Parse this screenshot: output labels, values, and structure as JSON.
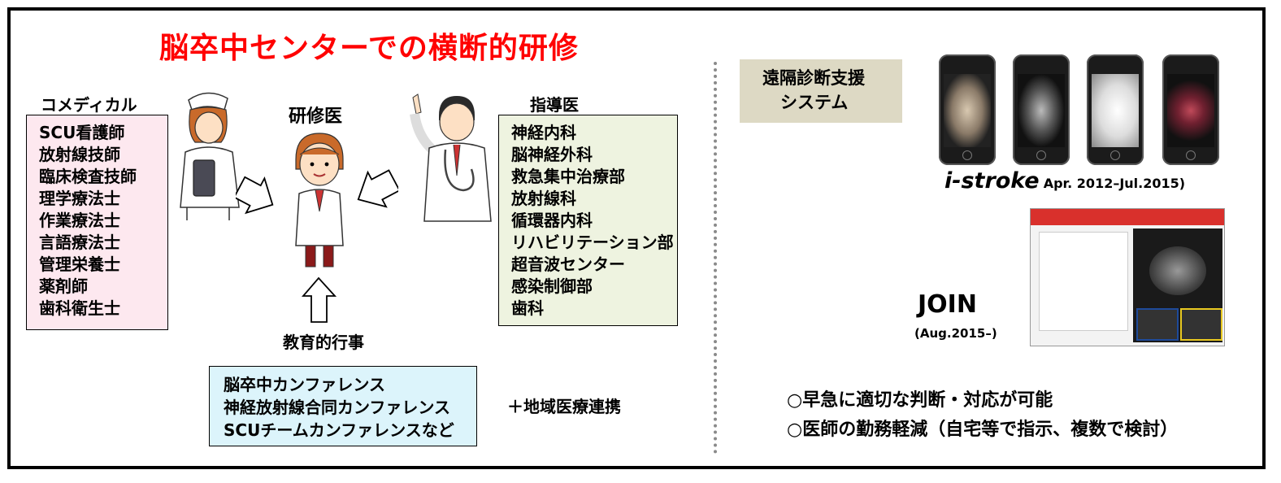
{
  "title": "脳卒中センターでの横断的研修",
  "comedical": {
    "label": "コメディカル",
    "items": [
      "SCU看護師",
      "放射線技師",
      "臨床検査技師",
      "理学療法士",
      "作業療法士",
      "言語療法士",
      "管理栄養士",
      "薬剤師",
      "歯科衛生士"
    ]
  },
  "resident": {
    "label": "研修医"
  },
  "supervisor": {
    "label": "指導医",
    "items": [
      "神経内科",
      "脳神経外科",
      "救急集中治療部",
      "放射線科",
      "循環器内科",
      "リハビリテーション部",
      "超音波センター",
      "感染制御部",
      "歯科"
    ]
  },
  "education": {
    "label": "教育的行事",
    "items": [
      "脳卒中カンファレンス",
      "神経放射線合同カンファレンス",
      "SCUチームカンファレンスなど"
    ]
  },
  "regional": "＋地域医療連携",
  "telemedicine": {
    "line1": "遠隔診断支援",
    "line2": "システム"
  },
  "istroke": {
    "name": "i-stroke",
    "period": "Apr. 2012–Jul.2015)"
  },
  "join": {
    "name": "JOIN",
    "period": "(Aug.2015–)"
  },
  "benefits": [
    "○早急に適切な判断・対応が可能",
    "○医師の勤務軽減（自宅等で指示、複数で検討）"
  ],
  "colors": {
    "title": "#ff0000",
    "comedical_bg": "#fde8ef",
    "supervisor_bg": "#eef3e0",
    "education_bg": "#dcf4fb",
    "telemedicine_bg": "#ddd9c4",
    "join_header": "#d9302c"
  }
}
